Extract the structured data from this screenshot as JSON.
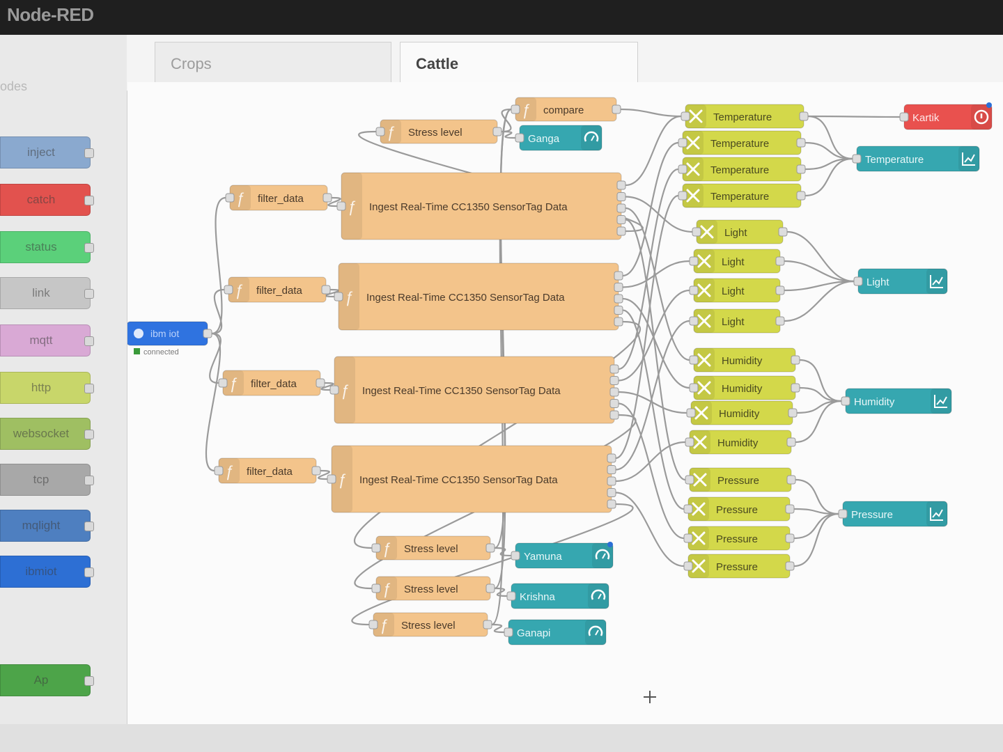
{
  "app": {
    "title": "Node-RED"
  },
  "palette": {
    "title": "odes",
    "items": [
      {
        "label": "inject",
        "color": "#8aa9cf",
        "icon": "inject-icon"
      },
      {
        "label": "catch",
        "color": "#e2524e",
        "icon": "catch-icon"
      },
      {
        "label": "status",
        "color": "#5bd07a",
        "icon": "status-icon"
      },
      {
        "label": "link",
        "color": "#c6c6c6",
        "icon": "link-icon"
      },
      {
        "label": "mqtt",
        "color": "#d9a9d5",
        "icon": "mqtt-icon"
      },
      {
        "label": "http",
        "color": "#c8d66a",
        "icon": "http-icon"
      },
      {
        "label": "websocket",
        "color": "#9fbf62",
        "icon": "websocket-icon"
      },
      {
        "label": "tcp",
        "color": "#a8a8a8",
        "icon": "tcp-icon"
      },
      {
        "label": "mqlight",
        "color": "#4e7fc0",
        "icon": "mqlight-icon"
      },
      {
        "label": "ibmiot",
        "color": "#2d6fd4",
        "icon": "ibmiot-icon"
      },
      {
        "label": "Ap",
        "color": "#4da449",
        "icon": "switch-icon"
      }
    ]
  },
  "tabs": [
    {
      "label": "Crops",
      "active": false
    },
    {
      "label": "Cattle",
      "active": true
    }
  ],
  "colors": {
    "function": "#f3c48b",
    "change": "#d3d84a",
    "dashboard": "#36a7b0",
    "input": "#2f73e0",
    "alert": "#e9514e",
    "wire": "#9a9a9a"
  },
  "flow": {
    "input_node": {
      "label": "ibm iot",
      "status": "connected"
    },
    "nodes": {
      "filter1": {
        "label": "filter_data"
      },
      "filter2": {
        "label": "filter_data"
      },
      "filter3": {
        "label": "filter_data"
      },
      "filter4": {
        "label": "filter_data"
      },
      "ingest1": {
        "label": "Ingest Real-Time CC1350 SensorTag Data"
      },
      "ingest2": {
        "label": "Ingest Real-Time CC1350 SensorTag Data"
      },
      "ingest3": {
        "label": "Ingest Real-Time CC1350 SensorTag Data"
      },
      "ingest4": {
        "label": "Ingest Real-Time CC1350 SensorTag Data"
      },
      "compare": {
        "label": "compare"
      },
      "stress_top": {
        "label": "Stress level"
      },
      "ganga": {
        "label": "Ganga"
      },
      "stress1": {
        "label": "Stress level"
      },
      "stress2": {
        "label": "Stress level"
      },
      "stress3": {
        "label": "Stress level"
      },
      "yamuna": {
        "label": "Yamuna"
      },
      "krishna": {
        "label": "Krishna"
      },
      "ganapi": {
        "label": "Ganapi"
      },
      "temp1": {
        "label": "Temperature"
      },
      "temp2": {
        "label": "Temperature"
      },
      "temp3": {
        "label": "Temperature"
      },
      "temp4": {
        "label": "Temperature"
      },
      "light1": {
        "label": "Light"
      },
      "light2": {
        "label": "Light"
      },
      "light3": {
        "label": "Light"
      },
      "light4": {
        "label": "Light"
      },
      "hum1": {
        "label": "Humidity"
      },
      "hum2": {
        "label": "Humidity"
      },
      "hum3": {
        "label": "Humidity"
      },
      "hum4": {
        "label": "Humidity"
      },
      "pres1": {
        "label": "Pressure"
      },
      "pres2": {
        "label": "Pressure"
      },
      "pres3": {
        "label": "Pressure"
      },
      "pres4": {
        "label": "Pressure"
      },
      "kartik": {
        "label": "Kartik"
      },
      "chart_temp": {
        "label": "Temperature"
      },
      "chart_light": {
        "label": "Light"
      },
      "chart_hum": {
        "label": "Humidity"
      },
      "chart_pres": {
        "label": "Pressure"
      }
    }
  }
}
